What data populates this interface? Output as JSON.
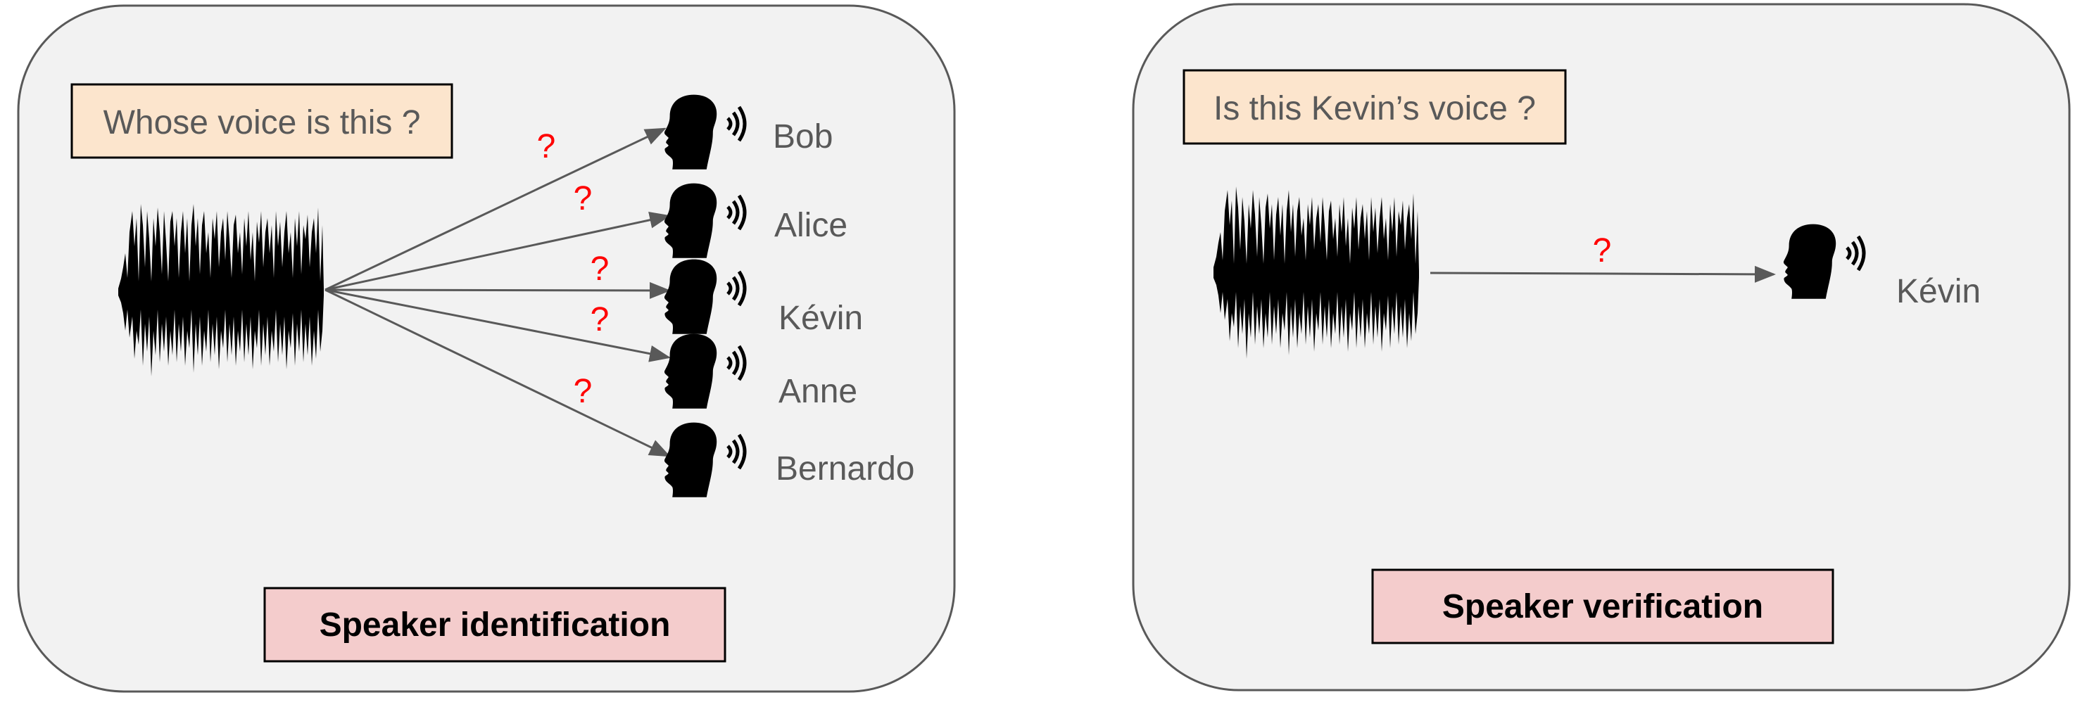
{
  "colors": {
    "panel_fill": "#f2f2f2",
    "panel_border": "#595959",
    "question_fill": "#fce5cd",
    "title_fill": "#f4cccc",
    "question_mark": "#ff0000",
    "label_text": "#595959"
  },
  "identification": {
    "question": "Whose voice is this ?",
    "title": "Speaker identification",
    "mark": "?",
    "icon": "speaking-head-icon",
    "speakers": [
      {
        "name": "Bob"
      },
      {
        "name": "Alice"
      },
      {
        "name": "Kévin"
      },
      {
        "name": "Anne"
      },
      {
        "name": "Bernardo"
      }
    ]
  },
  "verification": {
    "question": "Is this Kevin’s voice ?",
    "title": "Speaker verification",
    "mark": "?",
    "icon": "speaking-head-icon",
    "speaker": {
      "name": "Kévin"
    }
  }
}
